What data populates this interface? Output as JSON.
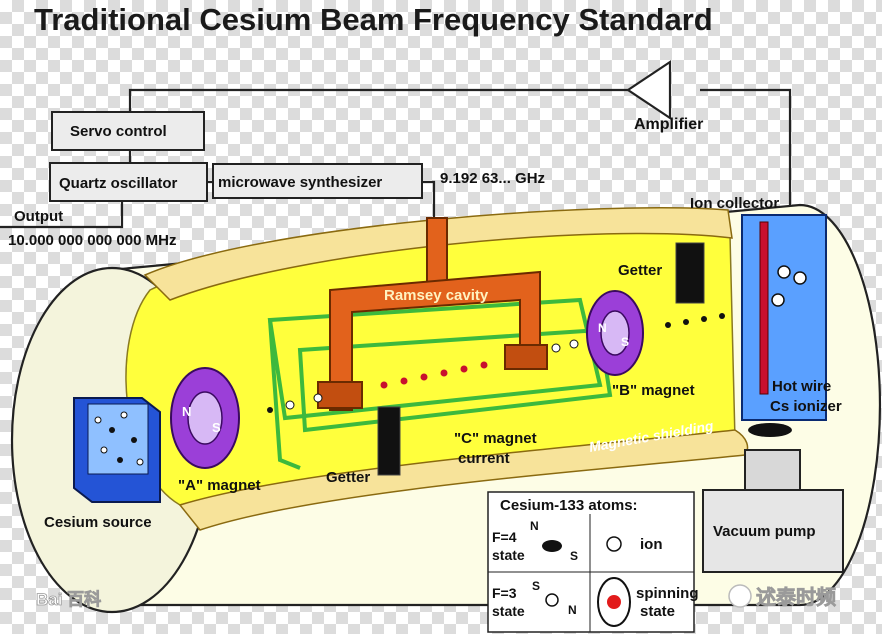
{
  "title": "Traditional Cesium Beam Frequency Standard",
  "boxes": {
    "servo_control": "Servo control",
    "quartz_oscillator": "Quartz oscillator",
    "microwave_synthesizer": "microwave synthesizer",
    "vacuum_pump": "Vacuum pump"
  },
  "labels": {
    "frequency": "9.192 63... GHz",
    "output": "Output",
    "output_value": "10.000 000 000 000 MHz",
    "amplifier": "Amplifier",
    "ion_collector": "Ion collector",
    "getter_top": "Getter",
    "getter_bottom": "Getter",
    "ramsey_cavity": "Ramsey cavity",
    "b_magnet": "\"B\" magnet",
    "a_magnet": "\"A\" magnet",
    "c_magnet_line1": "\"C\" magnet",
    "c_magnet_line2": "current",
    "magnetic_shielding": "Magnetic shielding",
    "hot_wire_line1": "Hot wire",
    "hot_wire_line2": "Cs ionizer",
    "cesium_source": "Cesium source",
    "magnet_n": "N",
    "magnet_s": "S"
  },
  "legend": {
    "title": "Cesium-133 atoms:",
    "f4_line1": "F=4",
    "f4_line2": "state",
    "f3_line1": "F=3",
    "f3_line2": "state",
    "ion": "ion",
    "spinning_line1": "spinning",
    "spinning_line2": "state",
    "n": "N",
    "s": "S"
  },
  "watermarks": {
    "left": "Bai 百科",
    "right": "述泰时频"
  },
  "colors": {
    "cylinder_fill": "#fdfde6",
    "inner_yellow": "#ffff3c",
    "shielding": "#f7e39a",
    "cavity": "#e2621c",
    "magnet": "#9b3fd8",
    "green_wire": "#3db93d",
    "collector_blue": "#5aa0ff",
    "hot_wire": "#c8102e",
    "source_blue": "#2454d6"
  }
}
